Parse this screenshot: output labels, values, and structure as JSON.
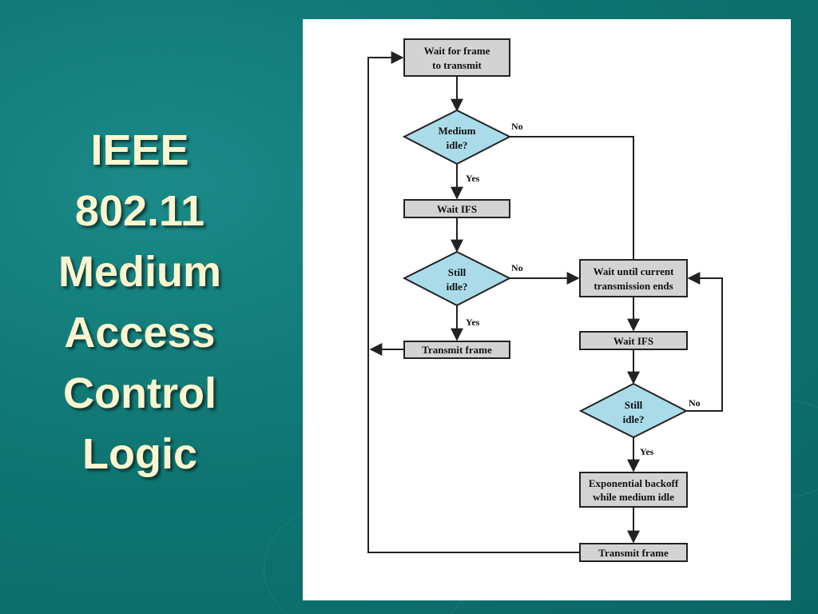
{
  "slide": {
    "title_lines": [
      "IEEE",
      "802.11",
      "Medium",
      "Access",
      "Control",
      "Logic"
    ]
  },
  "flowchart": {
    "nodes": {
      "wait_frame": [
        "Wait for frame",
        "to transmit"
      ],
      "medium_idle": [
        "Medium",
        "idle?"
      ],
      "wait_ifs_1": [
        "Wait IFS"
      ],
      "still_idle_1": [
        "Still",
        "idle?"
      ],
      "transmit_1": [
        "Transmit frame"
      ],
      "wait_current": [
        "Wait until current",
        "transmission ends"
      ],
      "wait_ifs_2": [
        "Wait IFS"
      ],
      "still_idle_2": [
        "Still",
        "idle?"
      ],
      "backoff": [
        "Exponential backoff",
        "while medium idle"
      ],
      "transmit_2": [
        "Transmit frame"
      ]
    },
    "edge_labels": {
      "medium_no": "No",
      "medium_yes": "Yes",
      "still1_no": "No",
      "still1_yes": "Yes",
      "still2_no": "No",
      "still2_yes": "Yes"
    }
  },
  "colors": {
    "background": "#0f7673",
    "title_text": "#fbf6cf",
    "process_fill": "#d3d3d3",
    "decision_fill": "#aadbe9",
    "panel": "#ffffff"
  }
}
